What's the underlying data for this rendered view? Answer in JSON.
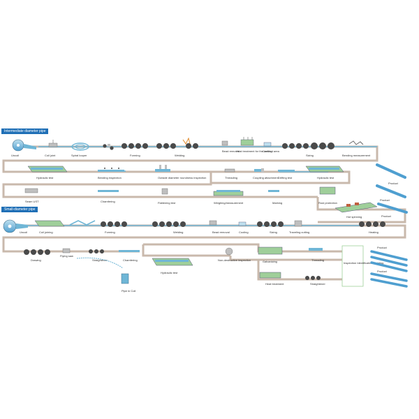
{
  "sections": {
    "intermediate": "Intermediate diameter pipe",
    "small": "Small-diameter pipe"
  },
  "labels": {
    "uncoil_1": "Uncoil",
    "coil_joint": "Coil joint",
    "spiral_looper": "Spiral looper",
    "forming_1": "Forming",
    "welding_1": "Welding",
    "bead_removal_1": "Bead removal",
    "heat_treatment_weld": "Heat treatment for the welded area",
    "cooling_1": "Cooling",
    "sizing_1": "Sizing",
    "bending_measurement": "Bending measurement",
    "hydraulic_test_1": "Hydraulic test",
    "bending_inspection": "Bending inspection",
    "outside_diameter_inspection": "Outside diameter roundness inspection",
    "threading_1": "Threading",
    "coupling_attachment": "Coupling attachment",
    "drifting_test": "Drifting test",
    "hydraulic_test_2": "Hydraulic test",
    "product_1": "Product",
    "seam_ust": "Seam UST",
    "chamfering_1": "Chamfering",
    "flattening_test": "Flattening test",
    "weighing_measurement": "Weighing/measurement",
    "marking": "Marking",
    "rust_protection": "Rust protection",
    "product_2": "Product",
    "hot_spinning": "Hot spinning",
    "product_3": "Product",
    "uncoil_2": "Uncoil",
    "coil_joining": "Coil joining",
    "forming_2": "Forming",
    "welding_2": "Welding",
    "bead_removal_2": "Bead removal",
    "cooling_2": "Cooling",
    "sizing_2": "Sizing",
    "traveling_cutting": "Traveling cutting",
    "heating": "Heating",
    "drawing": "Drawing",
    "flying_saw": "Flying saw",
    "straightener_1": "Straightener",
    "chamfering_2": "Chamfering",
    "pipe_in_coil": "Pipe in Coil",
    "hydraulic_test_3": "Hydraulic test",
    "non_destructive_inspection": "Non-destructive inspection",
    "galvanizing": "Galvanizing",
    "threading_2": "Threading",
    "inspection_painting": "Inspection Identification Painting",
    "heat_treatment": "Heat treatment",
    "straightener_2": "Straightener",
    "product_4": "Product",
    "product_5": "Product"
  },
  "colors": {
    "pipe_line": "#c9b9ac",
    "steel_blue": "#6fb6d6",
    "roller_dark": "#4a4a4a",
    "machine_green": "#9fcf9a",
    "machine_gray": "#bfbfbf",
    "section_blue": "#1f6fb6",
    "product_blue": "#4f9fd0"
  }
}
